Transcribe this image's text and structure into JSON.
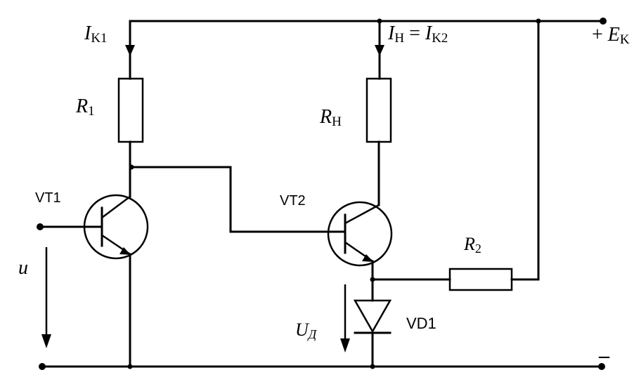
{
  "labels": {
    "ik1": {
      "main": "I",
      "sub": "K1"
    },
    "ih": {
      "main": "I",
      "sub": "H",
      "eq": " = ",
      "main2": "I",
      "sub2": "K2"
    },
    "ek": {
      "plus": "+ ",
      "main": "E",
      "sub": "K"
    },
    "r1": {
      "main": "R",
      "sub": "1"
    },
    "rh": {
      "main": "R",
      "sub": "H"
    },
    "r2": {
      "main": "R",
      "sub": "2"
    },
    "vt1": "VT1",
    "vt2": "VT2",
    "u": "u",
    "ud": {
      "main": "U",
      "sub": "Д"
    },
    "vd1": "VD1",
    "minus": "–"
  }
}
